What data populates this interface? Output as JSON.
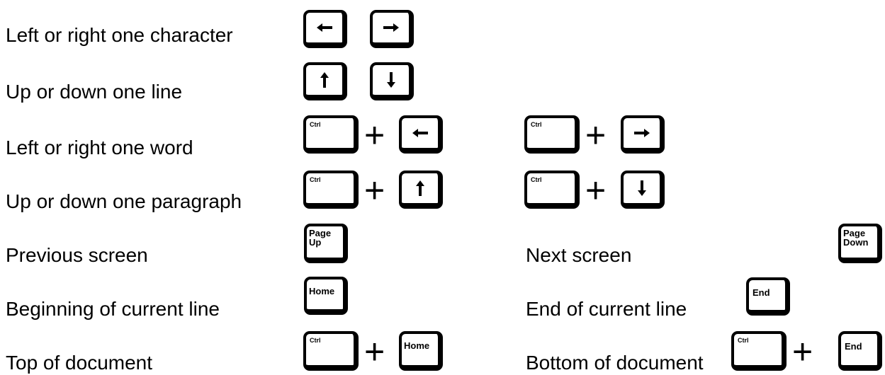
{
  "shortcuts": [
    {
      "label": "Left or right one character"
    },
    {
      "label": "Up or down one line"
    },
    {
      "label": "Left or right one word"
    },
    {
      "label": "Up or down one paragraph"
    },
    {
      "label": "Previous screen"
    },
    {
      "label": "Beginning of current line"
    },
    {
      "label": "Top of document"
    },
    {
      "label": "Next screen"
    },
    {
      "label": "End of current line"
    },
    {
      "label": "Bottom of document"
    }
  ],
  "keys": {
    "ctrl": "Ctrl",
    "page_up_line1": "Page",
    "page_up_line2": "Up",
    "page_down_line1": "Page",
    "page_down_line2": "Down",
    "home": "Home",
    "end": "End",
    "plus": "+"
  }
}
